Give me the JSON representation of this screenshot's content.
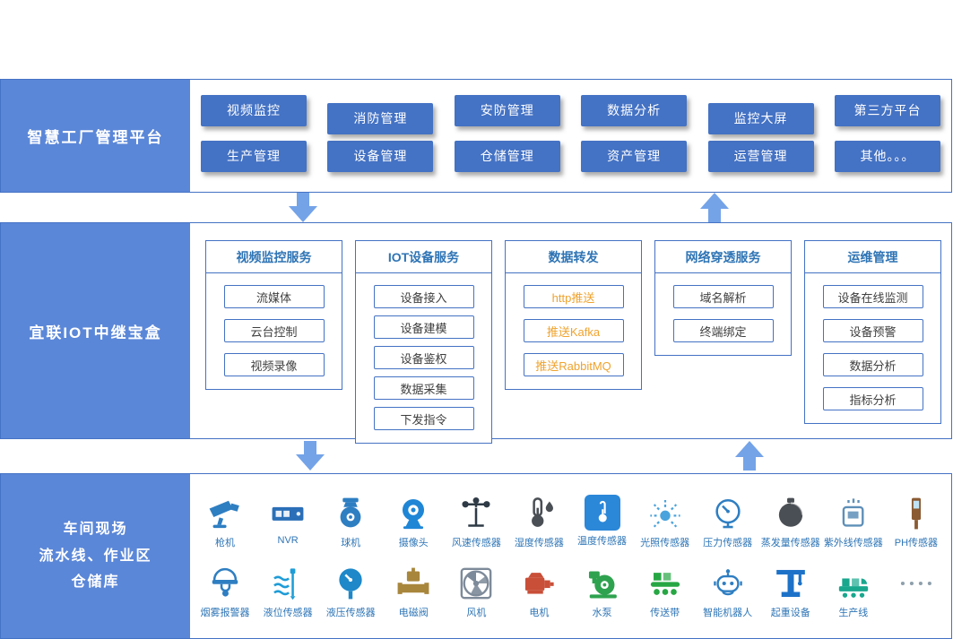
{
  "colors": {
    "sidebar_blue": "#5B87D8",
    "button_blue": "#4472C4",
    "border_blue": "#4472C4",
    "title_blue": "#2E74B5",
    "item_text": "#3F3F3F",
    "accent_orange": "#EFA32E",
    "arrow_blue": "#74A3E8",
    "label_blue": "#2E75B6"
  },
  "platform": {
    "title": "智慧工厂管理平台",
    "rows": [
      [
        "视频监控",
        "消防管理",
        "安防管理",
        "数据分析",
        "监控大屏",
        "第三方平台"
      ],
      [
        "生产管理",
        "设备管理",
        "仓储管理",
        "资产管理",
        "运营管理",
        "其他。。。"
      ]
    ]
  },
  "gateway": {
    "title": "宜联IOT中继宝盒",
    "columns": [
      {
        "title": "视频监控服务",
        "items": [
          {
            "label": "流媒体"
          },
          {
            "label": "云台控制"
          },
          {
            "label": "视频录像"
          }
        ]
      },
      {
        "title": "IOT设备服务",
        "items": [
          {
            "label": "设备接入"
          },
          {
            "label": "设备建模"
          },
          {
            "label": "设备鉴权"
          },
          {
            "label": "数据采集"
          },
          {
            "label": "下发指令"
          }
        ]
      },
      {
        "title": "数据转发",
        "items": [
          {
            "label": "http推送",
            "accent": true
          },
          {
            "label": "推送Kafka",
            "accent": true
          },
          {
            "label": "推送RabbitMQ",
            "accent": true
          }
        ]
      },
      {
        "title": "网络穿透服务",
        "items": [
          {
            "label": "域名解析"
          },
          {
            "label": "终端绑定"
          }
        ]
      },
      {
        "title": "运维管理",
        "items": [
          {
            "label": "设备在线监测"
          },
          {
            "label": "设备预警"
          },
          {
            "label": "数据分析"
          },
          {
            "label": "指标分析"
          }
        ]
      }
    ]
  },
  "field": {
    "title_lines": [
      "车间现场",
      "流水线、作业区",
      "仓储库"
    ],
    "rows": [
      [
        {
          "label": "枪机",
          "icon": "bullet-camera",
          "color": "#2E7EC2"
        },
        {
          "label": "NVR",
          "icon": "nvr",
          "color": "#2A6FB8"
        },
        {
          "label": "球机",
          "icon": "dome-camera",
          "color": "#2E7EC2"
        },
        {
          "label": "摄像头",
          "icon": "webcam",
          "color": "#1F86D6"
        },
        {
          "label": "风速传感器",
          "icon": "anemometer",
          "color": "#2E3A45"
        },
        {
          "label": "湿度传感器",
          "icon": "humidity-sensor",
          "color": "#4A4F55"
        },
        {
          "label": "温度传感器",
          "icon": "thermometer",
          "color": "#2B87D8",
          "tile": true
        },
        {
          "label": "光照传感器",
          "icon": "light-sensor",
          "color": "#4AA3DC"
        },
        {
          "label": "压力传感器",
          "icon": "pressure-gauge",
          "color": "#2E7EC2"
        },
        {
          "label": "蒸发量传感器",
          "icon": "evaporation-sensor",
          "color": "#4A4F55"
        },
        {
          "label": "紫外线传感器",
          "icon": "uv-sensor",
          "color": "#5E8FB8"
        },
        {
          "label": "PH传感器",
          "icon": "ph-meter",
          "color": "#8A5A32"
        }
      ],
      [
        {
          "label": "烟雾报警器",
          "icon": "smoke-alarm",
          "color": "#2E7EC2"
        },
        {
          "label": "液位传感器",
          "icon": "level-sensor",
          "color": "#1E9CD7"
        },
        {
          "label": "液压传感器",
          "icon": "hydraulic-gauge",
          "color": "#1E88C9"
        },
        {
          "label": "电磁阀",
          "icon": "solenoid-valve",
          "color": "#A8863C"
        },
        {
          "label": "风机",
          "icon": "fan",
          "color": "#7D8A99"
        },
        {
          "label": "电机",
          "icon": "motor",
          "color": "#C94F38"
        },
        {
          "label": "水泵",
          "icon": "pump",
          "color": "#2FA24F"
        },
        {
          "label": "传送带",
          "icon": "conveyor",
          "color": "#27A744"
        },
        {
          "label": "智能机器人",
          "icon": "robot",
          "color": "#2E7EC2"
        },
        {
          "label": "起重设备",
          "icon": "crane",
          "color": "#1D72C8"
        },
        {
          "label": "生产线",
          "icon": "production-line",
          "color": "#19A78E"
        },
        {
          "label": "",
          "icon": "dots",
          "color": "#8FA0AC"
        }
      ]
    ]
  },
  "flow_arrows": [
    {
      "name": "platform-gateway-down",
      "direction": "down"
    },
    {
      "name": "gateway-platform-up",
      "direction": "up"
    },
    {
      "name": "gateway-field-down",
      "direction": "down"
    },
    {
      "name": "field-gateway-up",
      "direction": "up"
    }
  ]
}
